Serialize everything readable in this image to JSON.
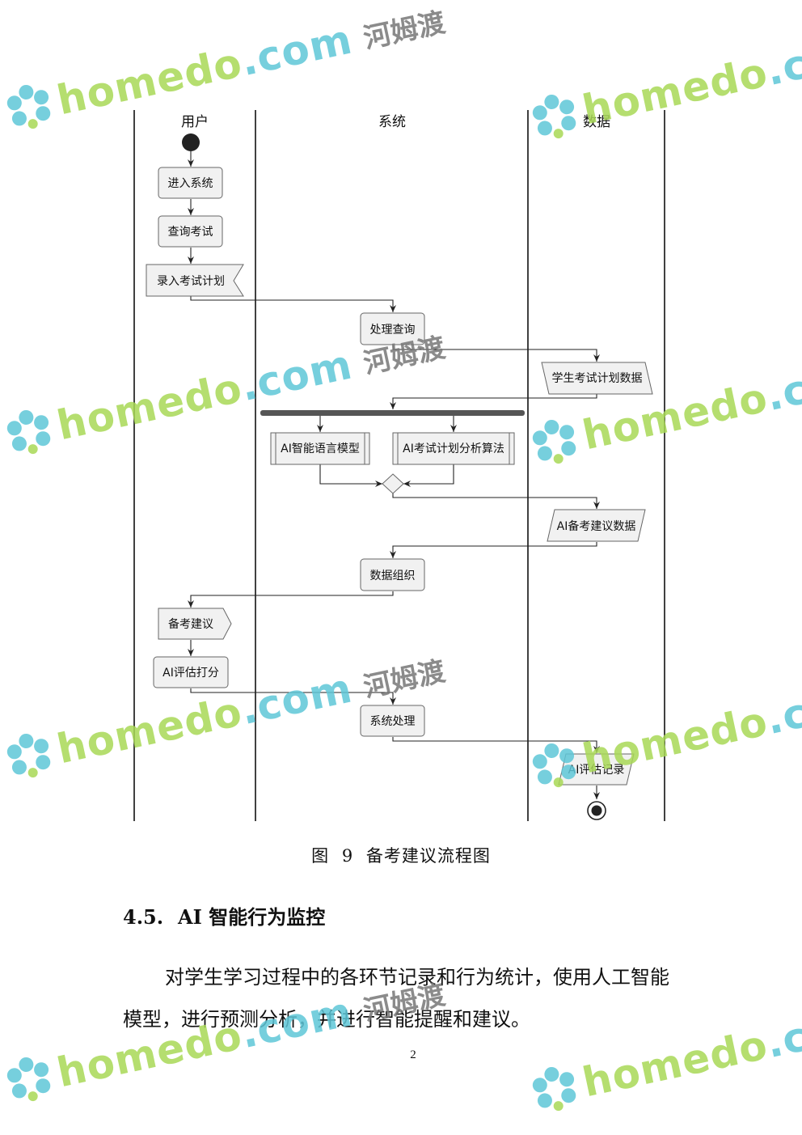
{
  "diagram": {
    "lanes": [
      "用户",
      "系统",
      "数据"
    ],
    "nodes": {
      "enter_system": "进入系统",
      "query_exam": "查询考试",
      "input_plan": "录入考试计划",
      "process_query": "处理查询",
      "plan_data": "学生考试计划数据",
      "ai_language_model": "AI智能语言模型",
      "ai_plan_algorithm": "AI考试计划分析算法",
      "ai_advice_data": "AI备考建议数据",
      "data_organize": "数据组织",
      "advice": "备考建议",
      "ai_scoring": "AI评估打分",
      "system_process": "系统处理",
      "ai_record": "AI评估记录"
    }
  },
  "caption": {
    "label": "图",
    "number": "9",
    "title": "备考建议流程图"
  },
  "section": {
    "number": "4.5.",
    "title": "AI 智能行为监控"
  },
  "paragraph": "对学生学习过程中的各环节记录和行为统计，使用人工智能 模型，进行预测分析，并进行智能提醒和建议。",
  "page_number": "2",
  "watermark": {
    "text_pre": "home",
    "text_accent": "do",
    "text_dot": ".com",
    "text_cn": "河姆渡",
    "colors": {
      "green": "#a9d957",
      "blue": "#5fc7d8",
      "petal": "#5fc7d8"
    }
  }
}
